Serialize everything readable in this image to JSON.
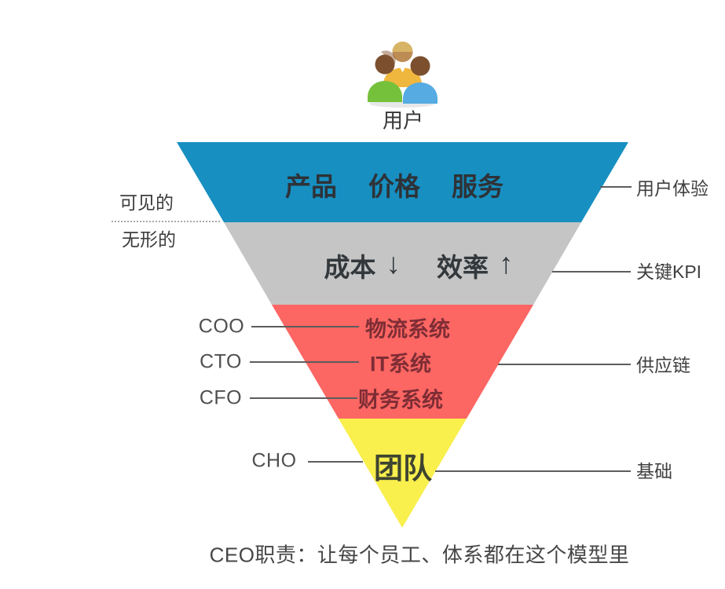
{
  "users": {
    "label": "用户"
  },
  "left_side": {
    "visible_label": "可见的",
    "invisible_label": "无形的"
  },
  "layers": {
    "experience": {
      "color": "#178fc1",
      "items": [
        "产品",
        "价格",
        "服务"
      ],
      "right_label": "用户体验"
    },
    "kpi": {
      "color": "#c5c5c5",
      "cost_label": "成本",
      "down_arrow": "↓",
      "efficiency_label": "效率",
      "up_arrow": "↑",
      "right_label": "关键KPI"
    },
    "supply": {
      "color": "#fc6663",
      "text_color": "#7e2d35",
      "right_label": "供应链",
      "rows": [
        {
          "exec": "COO",
          "system": "物流系统"
        },
        {
          "exec": "CTO",
          "system": "IT系统"
        },
        {
          "exec": "CFO",
          "system": "财务系统"
        }
      ]
    },
    "foundation": {
      "color": "#f9ef4d",
      "text_color": "#3e4430",
      "exec": "CHO",
      "team_label": "团队",
      "right_label": "基础"
    }
  },
  "caption": "CEO职责：让每个员工、体系都在这个模型里"
}
